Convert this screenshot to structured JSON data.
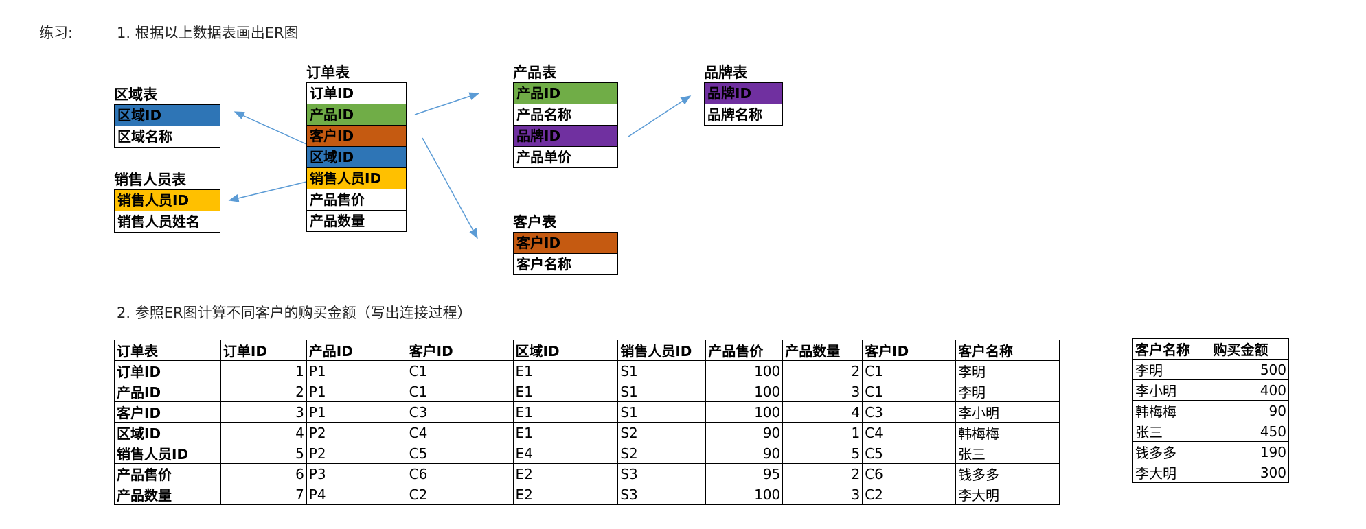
{
  "header": {
    "label": "练习:",
    "task1": "1. 根据以上数据表画出ER图",
    "task2": "2. 参照ER图计算不同客户的购买金额（写出连接过程）"
  },
  "colors": {
    "blue": "#2e75b6",
    "green": "#70ad47",
    "orange": "#c55a11",
    "purple": "#7030a0",
    "yellow": "#ffc000",
    "arrow": "#5b9bd5"
  },
  "er_tables": [
    {
      "id": "region",
      "title": "区域表",
      "fields": [
        {
          "name": "区域ID",
          "color": "#2e75b6"
        },
        {
          "name": "区域名称",
          "color": ""
        }
      ]
    },
    {
      "id": "sales",
      "title": "销售人员表",
      "fields": [
        {
          "name": "销售人员ID",
          "color": "#ffc000"
        },
        {
          "name": "销售人员姓名",
          "color": ""
        }
      ]
    },
    {
      "id": "order",
      "title": "订单表",
      "fields": [
        {
          "name": "订单ID",
          "color": ""
        },
        {
          "name": "产品ID",
          "color": "#70ad47"
        },
        {
          "name": "客户ID",
          "color": "#c55a11"
        },
        {
          "name": "区域ID",
          "color": "#2e75b6"
        },
        {
          "name": "销售人员ID",
          "color": "#ffc000"
        },
        {
          "name": "产品售价",
          "color": ""
        },
        {
          "name": "产品数量",
          "color": ""
        }
      ]
    },
    {
      "id": "product",
      "title": "产品表",
      "fields": [
        {
          "name": "产品ID",
          "color": "#70ad47"
        },
        {
          "name": "产品名称",
          "color": ""
        },
        {
          "name": "品牌ID",
          "color": "#7030a0"
        },
        {
          "name": "产品单价",
          "color": ""
        }
      ]
    },
    {
      "id": "brand",
      "title": "品牌表",
      "fields": [
        {
          "name": "品牌ID",
          "color": "#7030a0"
        },
        {
          "name": "品牌名称",
          "color": ""
        }
      ]
    },
    {
      "id": "customer",
      "title": "客户表",
      "fields": [
        {
          "name": "客户ID",
          "color": "#c55a11"
        },
        {
          "name": "客户名称",
          "color": ""
        }
      ]
    }
  ],
  "join_table": {
    "headers": [
      "订单表",
      "订单ID",
      "产品ID",
      "客户ID",
      "区域ID",
      "销售人员ID",
      "产品售价",
      "产品数量",
      "客户ID",
      "客户名称"
    ],
    "rows": [
      [
        "订单ID",
        "1",
        "P1",
        "C1",
        "E1",
        "S1",
        "100",
        "2",
        "C1",
        "李明"
      ],
      [
        "产品ID",
        "2",
        "P1",
        "C1",
        "E1",
        "S1",
        "100",
        "3",
        "C1",
        "李明"
      ],
      [
        "客户ID",
        "3",
        "P1",
        "C3",
        "E1",
        "S1",
        "100",
        "4",
        "C3",
        "李小明"
      ],
      [
        "区域ID",
        "4",
        "P2",
        "C4",
        "E1",
        "S2",
        "90",
        "1",
        "C4",
        "韩梅梅"
      ],
      [
        "销售人员ID",
        "5",
        "P2",
        "C5",
        "E4",
        "S2",
        "90",
        "5",
        "C5",
        "张三"
      ],
      [
        "产品售价",
        "6",
        "P3",
        "C6",
        "E2",
        "S3",
        "95",
        "2",
        "C6",
        "钱多多"
      ],
      [
        "产品数量",
        "7",
        "P4",
        "C2",
        "E2",
        "S3",
        "100",
        "3",
        "C2",
        "李大明"
      ]
    ]
  },
  "summary_table": {
    "headers": [
      "客户名称",
      "购买金额"
    ],
    "rows": [
      [
        "李明",
        "500"
      ],
      [
        "李小明",
        "400"
      ],
      [
        "韩梅梅",
        "90"
      ],
      [
        "张三",
        "450"
      ],
      [
        "钱多多",
        "190"
      ],
      [
        "李大明",
        "300"
      ]
    ]
  }
}
